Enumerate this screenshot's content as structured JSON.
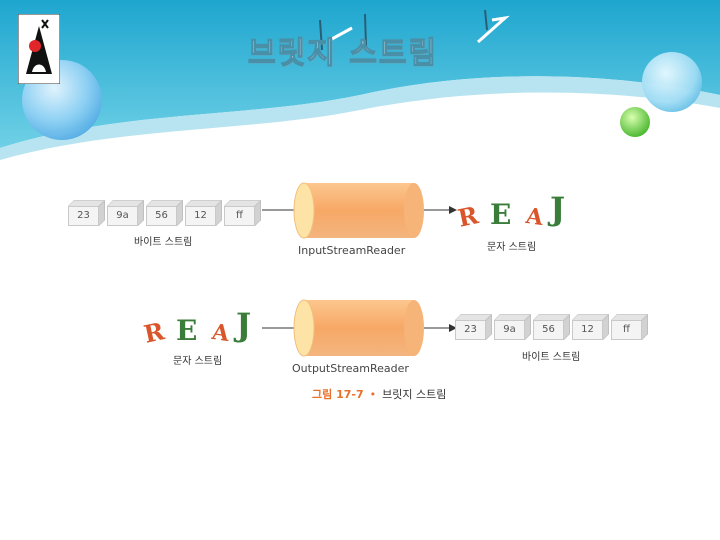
{
  "title": "브릿지 스트림",
  "top_diagram": {
    "bytes": [
      "23",
      "9a",
      "56",
      "12",
      "ff"
    ],
    "bytes_label": "바이트 스트림",
    "reader_label": "InputStreamReader",
    "chars": [
      "R",
      "E",
      "A",
      "J"
    ],
    "chars_label": "문자 스트림"
  },
  "bottom_diagram": {
    "chars": [
      "R",
      "E",
      "A",
      "J"
    ],
    "chars_label": "문자 스트림",
    "reader_label": "OutputStreamReader",
    "bytes": [
      "23",
      "9a",
      "56",
      "12",
      "ff"
    ],
    "bytes_label": "바이트 스트림"
  },
  "caption": {
    "number": "그림 17-7",
    "text": "브릿지 스트림"
  },
  "colors": {
    "header_blue": "#2aa9d0",
    "header_light": "#bfe6f2",
    "cylinder_orange": "#f9b77f",
    "cylinder_cap": "#fde3a6",
    "caption_accent": "#e8702a",
    "letter_r": "#d9562a",
    "letter_e": "#3a7d3a",
    "letter_a": "#d9562a",
    "letter_j": "#3a7d3a"
  }
}
